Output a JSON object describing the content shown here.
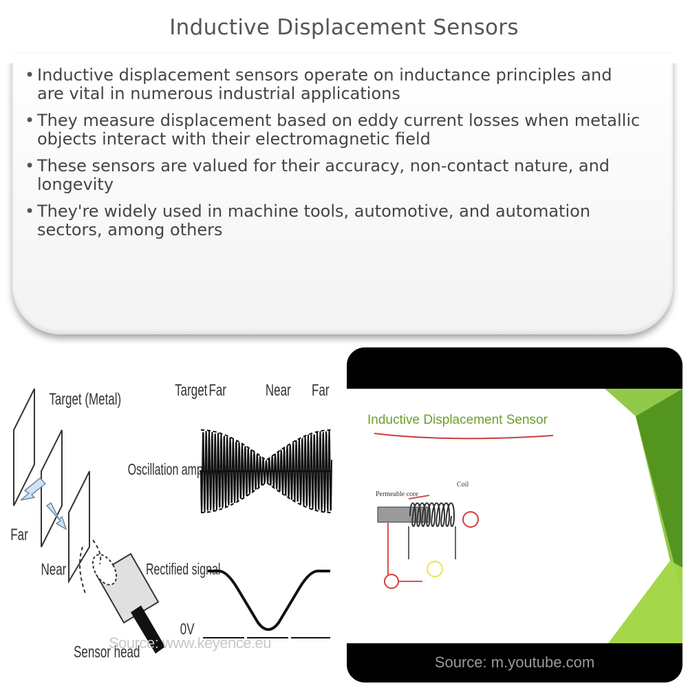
{
  "title": "Inductive Displacement Sensors",
  "bullets": [
    "Inductive displacement sensors operate on inductance principles and are vital in numerous industrial applications",
    "They measure displacement based on eddy current losses when metallic objects interact with their electromagnetic field",
    "These sensors are valued for their accuracy, non-contact nature, and longevity",
    "They're widely used in machine tools, automotive, and automation sectors, among others"
  ],
  "left_figure": {
    "target_label": "Target (Metal)",
    "far_label": "Far",
    "near_label": "Near",
    "sensor_head_label": "Sensor head",
    "top_labels": [
      "Target",
      "Far",
      "Near",
      "Far"
    ],
    "oscillation_label": "Oscillation amplitude",
    "rectified_label": "Rectified signal",
    "zero_label": "0V",
    "source": "Source: www.keyence.eu"
  },
  "right_figure": {
    "slide_title": "Inductive Displacement Sensor",
    "permeable_core_label": "Permeable core",
    "coil_label": "Coil",
    "source": "Source: m.youtube.com"
  },
  "colors": {
    "slide_title": "#6aa02a",
    "annotation_red": "#d23b3b",
    "green_accent": "#7fbf2a"
  }
}
